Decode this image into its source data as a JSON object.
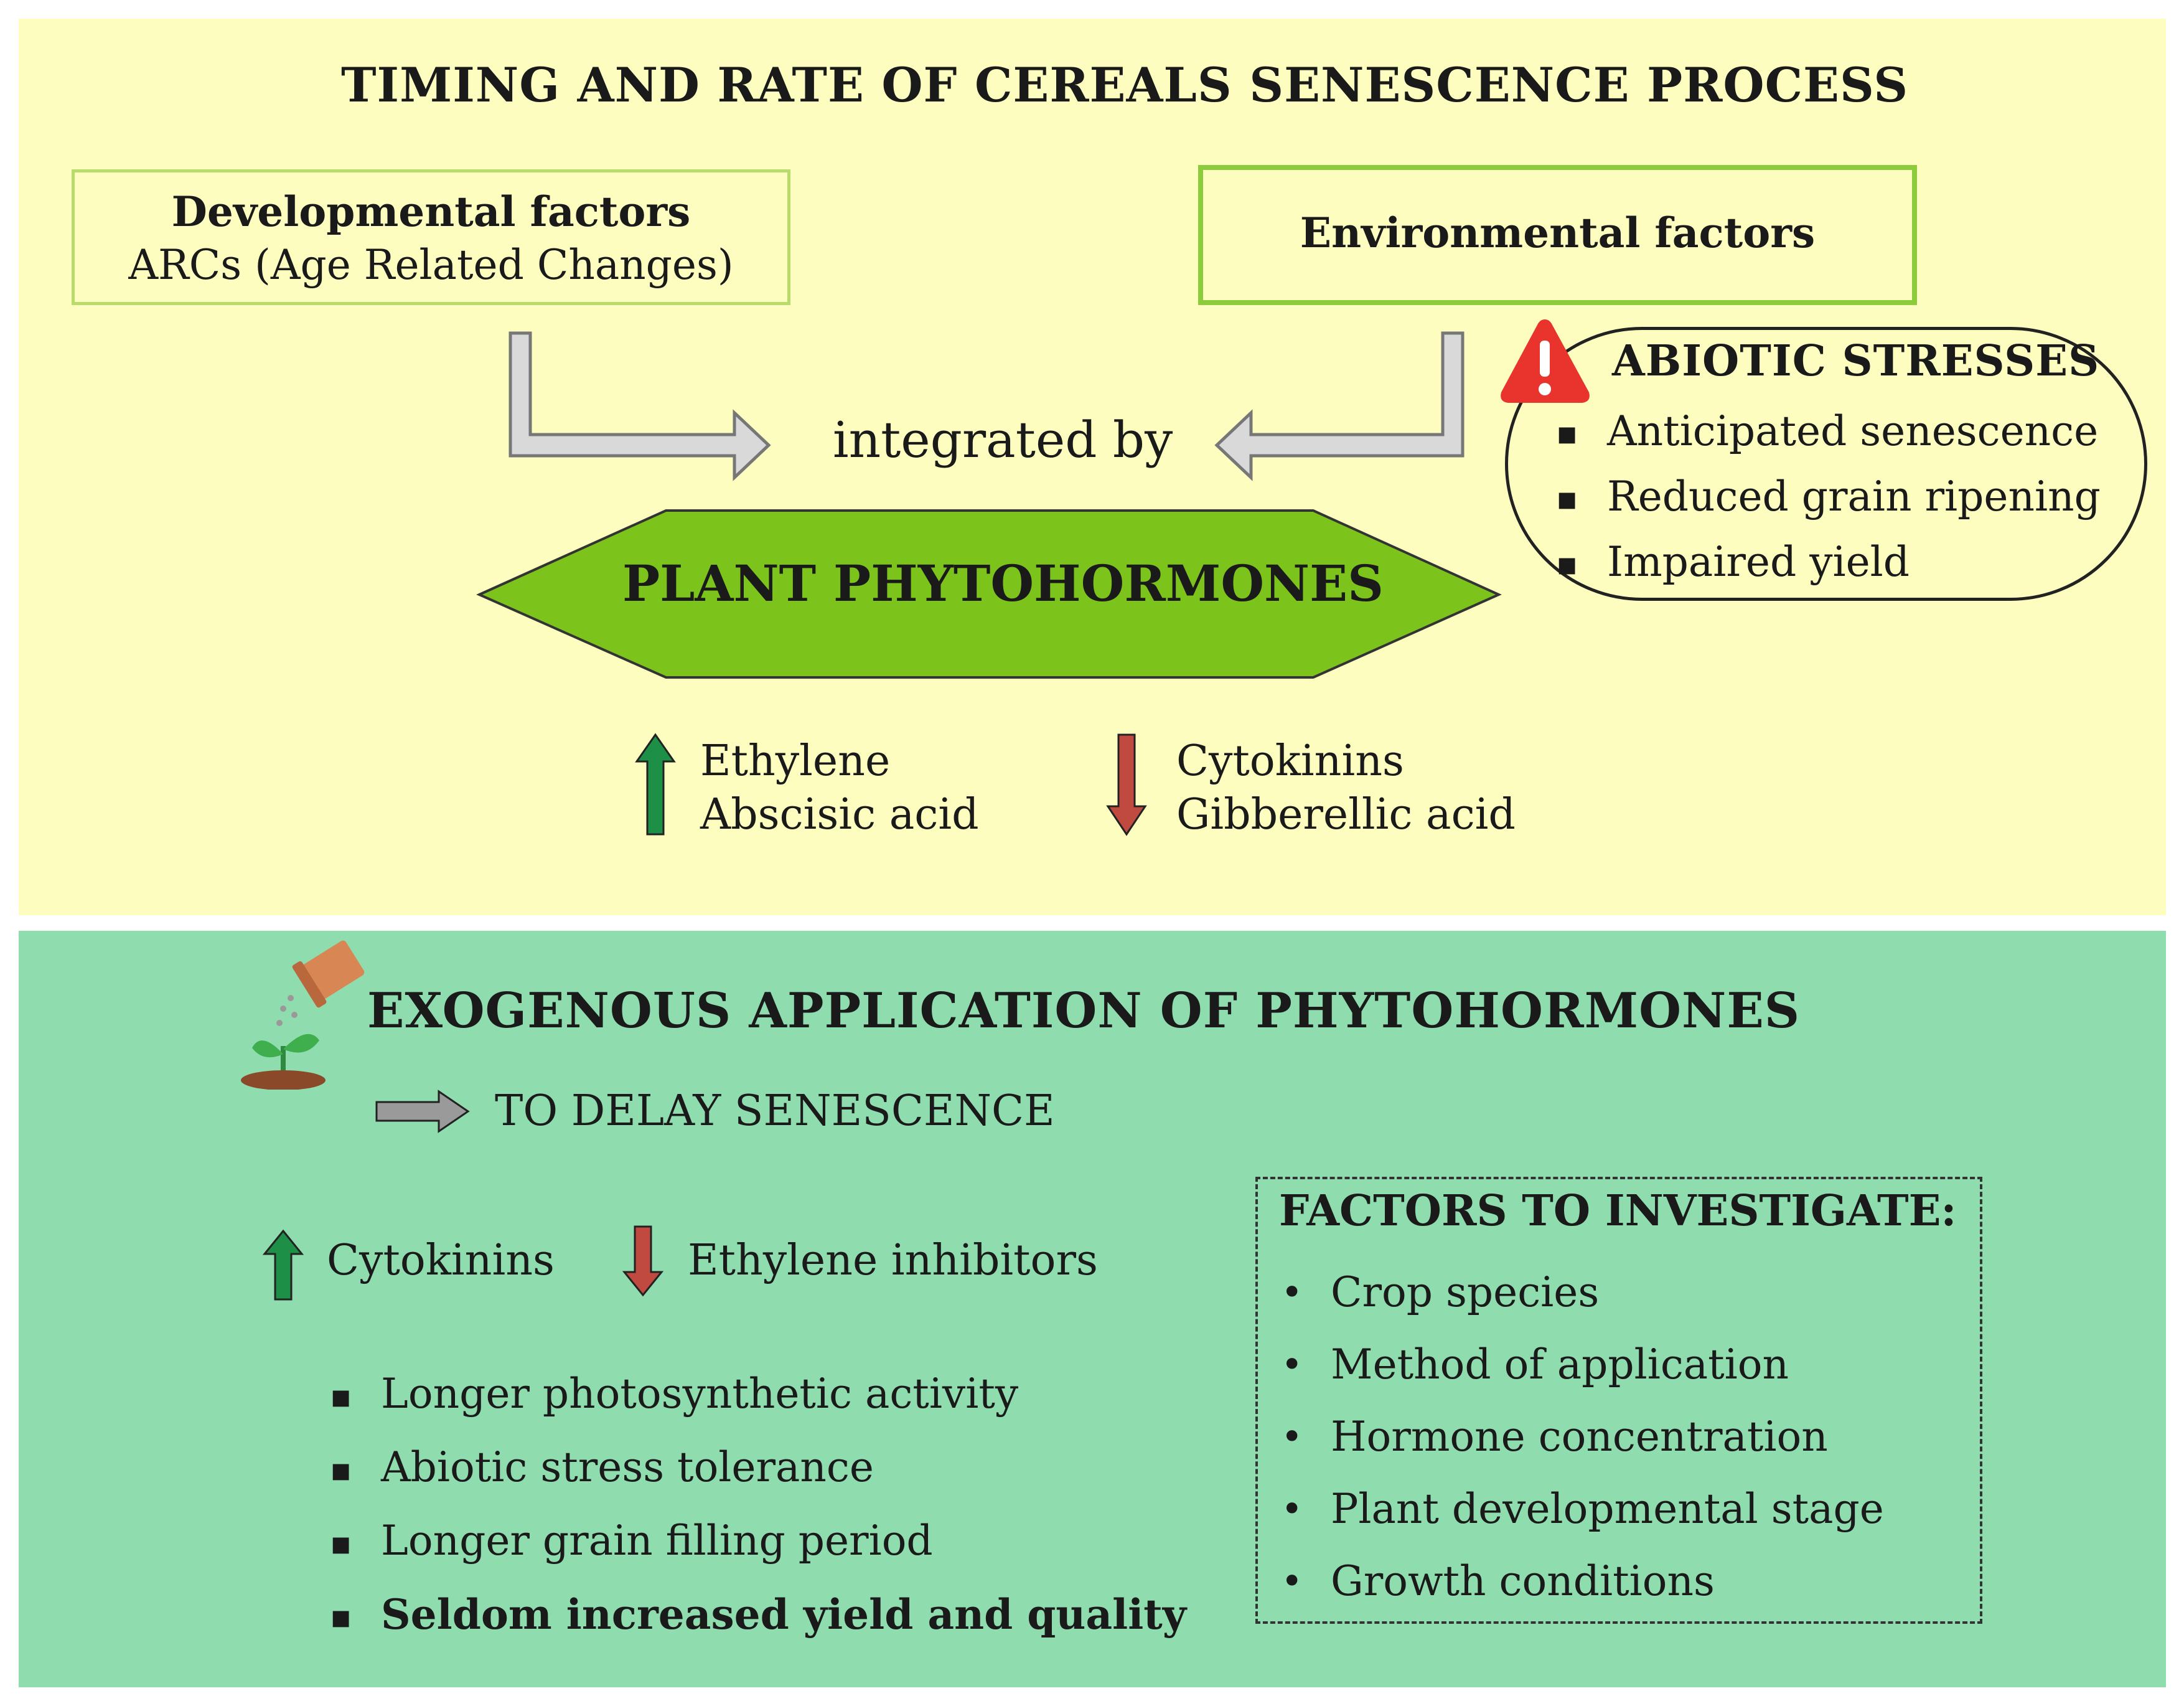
{
  "top": {
    "title": "TIMING AND RATE OF CEREALS SENESCENCE PROCESS",
    "developmental": {
      "heading": "Developmental factors",
      "sub": "ARCs (Age Related Changes)"
    },
    "environmental": {
      "heading": "Environmental factors"
    },
    "integrated_label": "integrated by",
    "abiotic": {
      "title": "ABIOTIC STRESSES",
      "items": [
        "Anticipated senescence",
        "Reduced grain ripening",
        "Impaired yield"
      ]
    },
    "phytohormones_label": "PLANT PHYTOHORMONES",
    "increase": [
      "Ethylene",
      "Abscisic acid"
    ],
    "decrease": [
      "Cytokinins",
      "Gibberellic acid"
    ]
  },
  "bottom": {
    "title": "EXOGENOUS APPLICATION OF PHYTOHORMONES",
    "goal": "TO DELAY SENESCENCE",
    "increase_label": "Cytokinins",
    "decrease_label": "Ethylene inhibitors",
    "effects": [
      "Longer photosynthetic activity",
      "Abiotic stress tolerance",
      "Longer grain filling period",
      "Seldom increased yield and quality"
    ],
    "factors": {
      "title": "FACTORS TO INVESTIGATE:",
      "items": [
        "Crop species",
        "Method of application",
        "Hormone concentration",
        "Plant developmental stage",
        "Growth conditions"
      ]
    }
  },
  "colors": {
    "top_panel": "#fdfdc0",
    "bottom_panel": "#8fdcaf",
    "hexagon": "#7cc41c",
    "arrow_up": "#1e8f46",
    "arrow_down": "#c04a40",
    "arrow_grey": "#b8b8b8",
    "warning": "#e8342c"
  },
  "icons": [
    "warning-icon",
    "plant-watering-icon"
  ]
}
